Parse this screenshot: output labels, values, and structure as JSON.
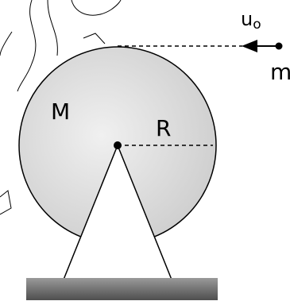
{
  "labels": {
    "mass_disk": "M",
    "radius": "R",
    "velocity": "u",
    "velocity_subscript": "o",
    "mass_particle": "m"
  },
  "colors": {
    "disk_fill_center": "#f0f0f0",
    "disk_fill_edge": "#cfcfcf",
    "stroke": "#000000",
    "base_top": "#9a9a9a",
    "base_bottom": "#4e4e4e"
  }
}
